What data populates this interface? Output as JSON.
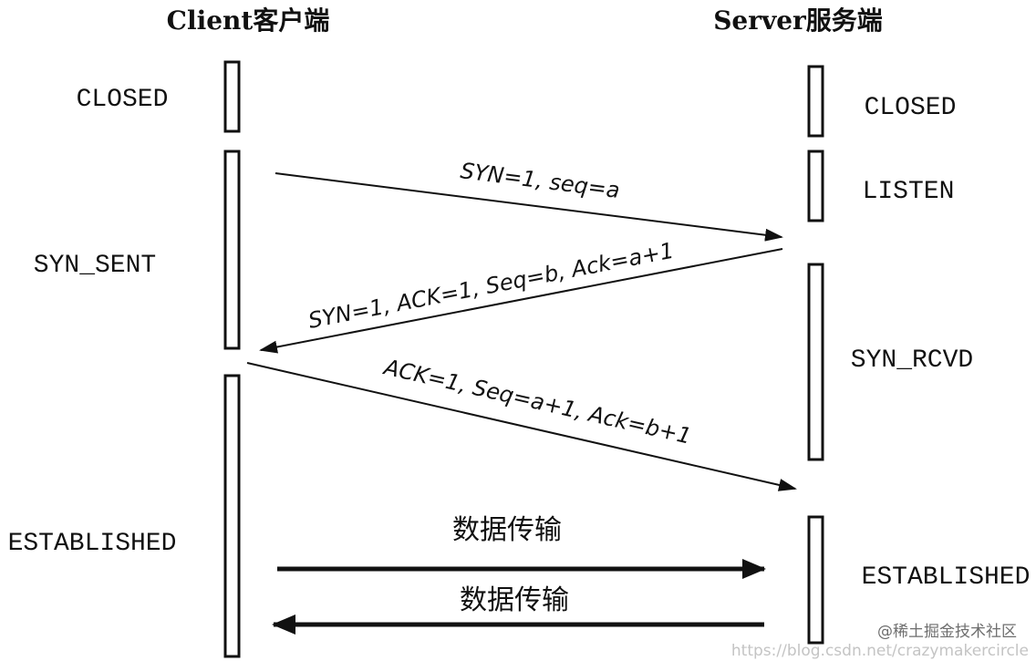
{
  "headers": {
    "client": "Client客户端",
    "server": "Server服务端"
  },
  "client_states": {
    "closed": "CLOSED",
    "syn_sent": "SYN_SENT",
    "established": "ESTABLISHED"
  },
  "server_states": {
    "closed": "CLOSED",
    "listen": "LISTEN",
    "syn_rcvd": "SYN_RCVD",
    "established": "ESTABLISHED"
  },
  "messages": {
    "first": "SYN=1, seq=a",
    "second": "SYN=1, ACK=1, Seq=b, Ack=a+1",
    "third": "ACK=1, Seq=a+1, Ack=b+1",
    "data_forward": "数据传输",
    "data_backward": "数据传输"
  },
  "watermark": {
    "line1": "@稀土掘金技术社区",
    "line2": "https://blog.csdn.net/crazymakercircle"
  },
  "colors": {
    "ink": "#111111",
    "watermark": "#6e6e6e",
    "watermark_url": "#c4c4c4"
  }
}
